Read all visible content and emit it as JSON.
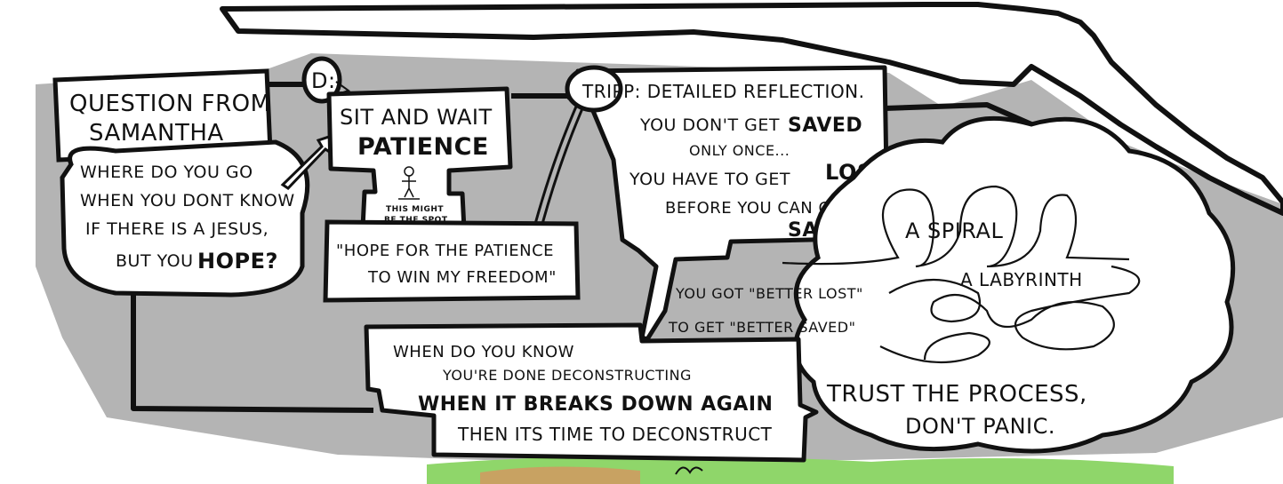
{
  "nodes": {
    "question": {
      "line1": "QUESTION FROM",
      "line2": "SAMANTHA"
    },
    "hope_bubble": {
      "line1": "WHERE DO YOU GO",
      "line2": "WHEN YOU DONT KNOW",
      "line3": "IF THERE IS A JESUS,",
      "line4": "BUT YOU",
      "emph": "HOPE?"
    },
    "d_label": "D:",
    "patience": {
      "line1": "SIT AND WAIT",
      "line2": "PATIENCE"
    },
    "spot_caption": {
      "line1": "THIS MIGHT",
      "line2": "BE THE SPOT"
    },
    "hope_quote": {
      "line1": "\"HOPE FOR THE PATIENCE",
      "line2": "TO WIN MY FREEDOM\""
    },
    "tripp": {
      "line1": "TRIPP: DETAILED REFLECTION.",
      "line2a": "YOU DON'T GET",
      "line2b": "SAVED",
      "line3": "ONLY ONCE...",
      "line4a": "YOU HAVE TO GET",
      "line4b": "LOST",
      "line5": "BEFORE YOU CAN GET",
      "line6": "SAVED"
    },
    "better": {
      "line1": "YOU GOT \"BETTER LOST\"",
      "line2": "TO GET \"BETTER SAVED\""
    },
    "spiral_label": "A SPIRAL",
    "labyrinth_label": "A LABYRINTH",
    "deconstruct": {
      "line1": "WHEN DO YOU KNOW",
      "line2": "YOU'RE DONE DECONSTRUCTING",
      "line3": "WHEN IT BREAKS DOWN AGAIN",
      "line4": "THEN ITS TIME TO DECONSTRUCT"
    },
    "trust": {
      "line1": "TRUST THE PROCESS,",
      "line2": "DON'T PANIC."
    }
  },
  "colors": {
    "ink": "#111111",
    "shadow": "#b4b4b4",
    "grass": "#8fd66a",
    "paper": "#ffffff"
  }
}
